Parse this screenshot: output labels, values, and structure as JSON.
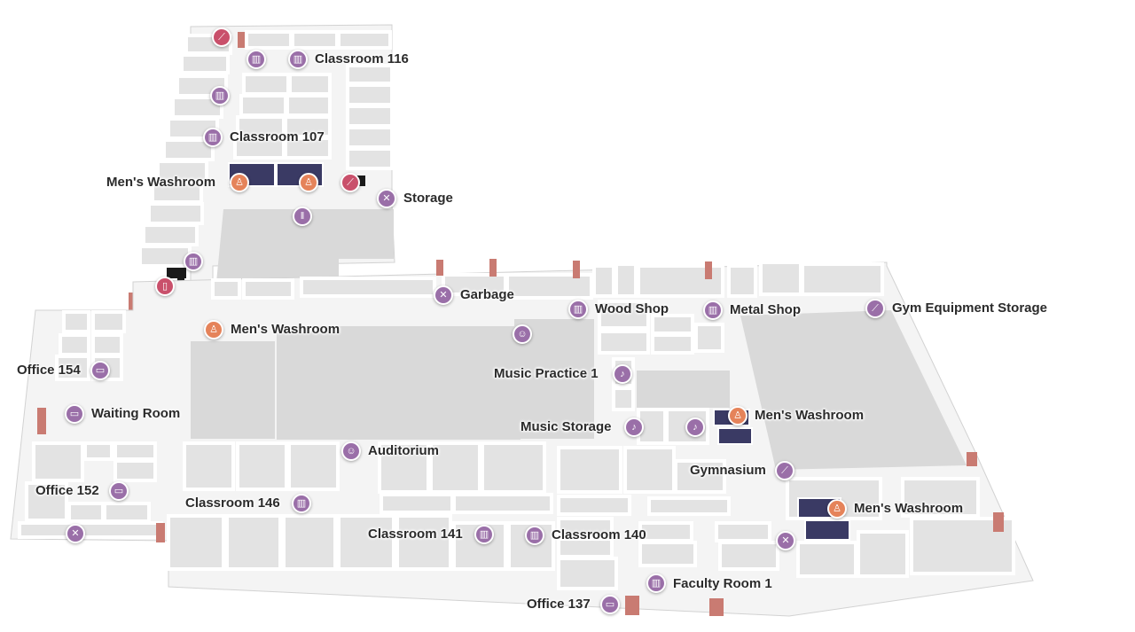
{
  "colors": {
    "poi_purple": "#9a6fa8",
    "washroom_orange": "#e5835a",
    "stairs_red": "#c9506b",
    "washroom_floor": "#3a3a64",
    "door": "#c97b72"
  },
  "labels": {
    "classroom_116": "Classroom 116",
    "classroom_107": "Classroom 107",
    "mens_washroom_north": "Men's Washroom",
    "storage": "Storage",
    "garbage": "Garbage",
    "wood_shop": "Wood Shop",
    "metal_shop": "Metal Shop",
    "gym_equipment_storage": "Gym Equipment Storage",
    "mens_washroom_west": "Men's Washroom",
    "office_154": "Office 154",
    "waiting_room": "Waiting Room",
    "music_practice_1": "Music Practice 1",
    "music_storage": "Music Storage",
    "mens_washroom_gym": "Men's Washroom",
    "auditorium": "Auditorium",
    "gymnasium": "Gymnasium",
    "office_152": "Office 152",
    "classroom_146": "Classroom 146",
    "mens_washroom_southeast": "Men's Washroom",
    "classroom_141": "Classroom 141",
    "classroom_140": "Classroom 140",
    "faculty_room_1": "Faculty Room 1",
    "office_137": "Office 137"
  },
  "icons": {
    "classroom": "book-icon",
    "washroom": "person-icon",
    "stairs": "stairs-icon",
    "storage": "tools-icon",
    "cafeteria": "fork-knife-icon",
    "office": "computer-icon",
    "music": "music-note-icon",
    "theatre": "theatre-masks-icon",
    "gym": "sports-icon",
    "elevator": "elevator-icon"
  }
}
